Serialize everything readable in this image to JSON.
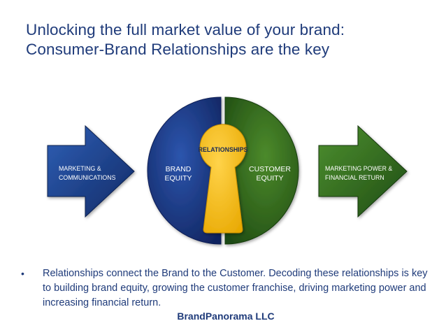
{
  "slide": {
    "title_line1": "Unlocking the full market value of your brand:",
    "title_line2": "Consumer-Brand Relationships are the key",
    "bullet_text": "Relationships connect the Brand to the Customer. Decoding these relationships is key to building  brand equity, growing the customer franchise, driving marketing power and increasing financial return.",
    "footer": "BrandPanorama LLC"
  },
  "diagram": {
    "left_arrow": {
      "line1": "MARKETING &",
      "line2": "COMMUNICATIONS",
      "color": "#1c3f8f"
    },
    "brand_equity": {
      "line1": "BRAND",
      "line2": "EQUITY",
      "color": "#1c3a8a"
    },
    "customer_equity": {
      "line1": "CUSTOMER",
      "line2": "EQUITY",
      "color": "#2f6a1c"
    },
    "keyhole": {
      "label": "RELATIONSHIPS",
      "color": "#f5b800"
    },
    "right_arrow": {
      "line1": "MARKETING POWER &",
      "line2": "FINANCIAL RETURN",
      "color": "#2f6a1c"
    }
  }
}
